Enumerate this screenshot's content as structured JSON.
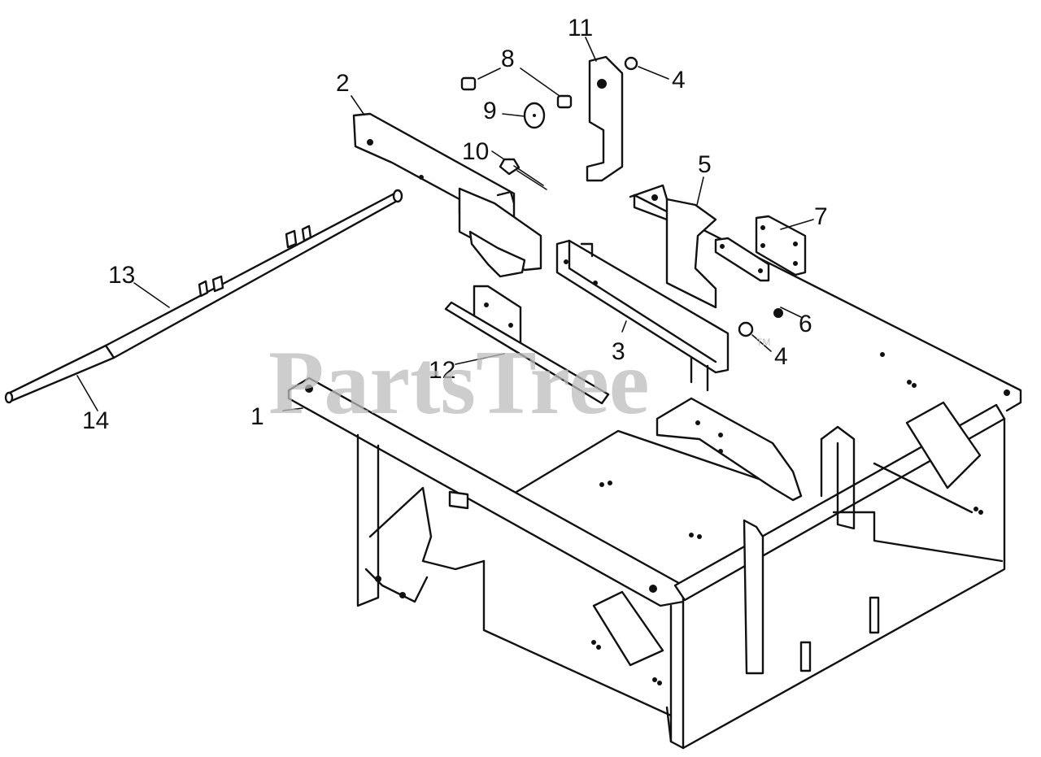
{
  "watermark": {
    "text": "PartsTree",
    "tm": "TM"
  },
  "callouts": [
    "1",
    "2",
    "3",
    "4",
    "4",
    "5",
    "6",
    "7",
    "8",
    "9",
    "10",
    "11",
    "12",
    "13",
    "14"
  ]
}
